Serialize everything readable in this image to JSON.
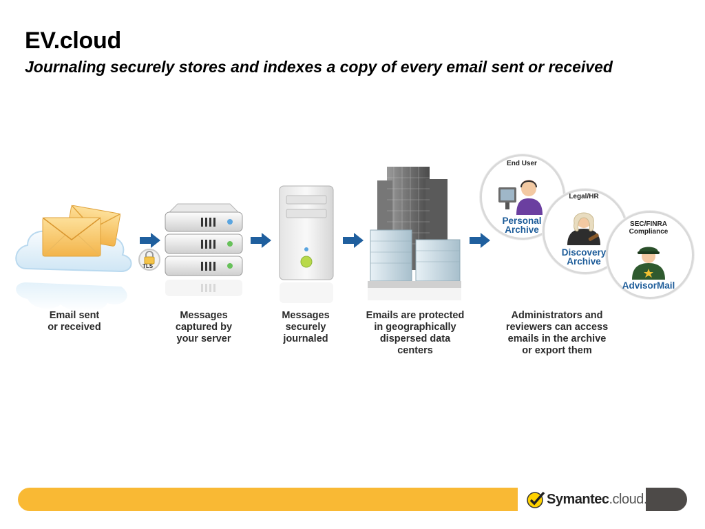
{
  "header": {
    "title": "EV.cloud",
    "subtitle": "Journaling securely stores and indexes a copy of every email sent or received"
  },
  "steps": [
    {
      "caption": [
        "Email sent",
        "or received"
      ],
      "icon": "email-cloud-icon"
    },
    {
      "caption": [
        "Messages",
        "captured by",
        "your server"
      ],
      "icon": "server-rack-icon"
    },
    {
      "caption": [
        "Messages",
        "securely",
        "journaled"
      ],
      "icon": "tower-server-icon"
    },
    {
      "caption": [
        "Emails are protected",
        "in geographically",
        "dispersed data",
        "centers"
      ],
      "icon": "skyscraper-icon"
    },
    {
      "caption": [
        "Administrators and",
        "reviewers can access",
        "emails in the archive",
        "or export them"
      ],
      "icon": "archive-users-icon"
    }
  ],
  "tls_badge": "TLS",
  "archives": [
    {
      "role": "End User",
      "name": [
        "Personal",
        "Archive"
      ]
    },
    {
      "role": "Legal/HR",
      "name": [
        "Discovery",
        "Archive"
      ]
    },
    {
      "role": [
        "SEC/FINRA",
        "Compliance"
      ],
      "name": [
        "AdvisorMail"
      ]
    }
  ],
  "footer": {
    "brand_name": "Symantec",
    "brand_suffix": ".cloud.",
    "colors": {
      "bar": "#f9b934",
      "dark": "#4d4a48",
      "arrow": "#1f5f9e"
    }
  }
}
